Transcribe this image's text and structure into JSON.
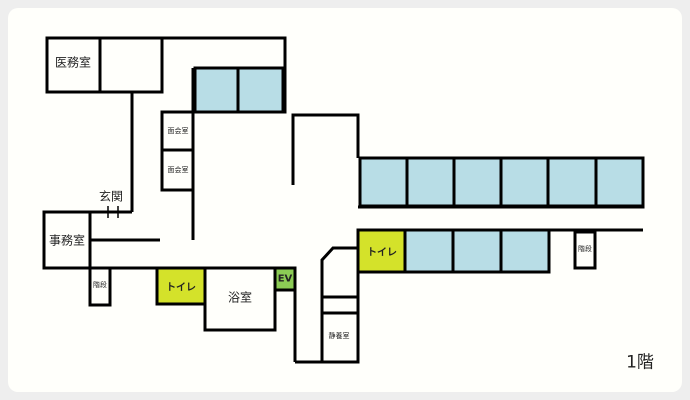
{
  "rooms": {
    "medical": "医務室",
    "visit1": "面会室",
    "visit2": "面会室",
    "entrance": "玄関",
    "office": "事務室",
    "stairs_left": "階段",
    "toilet_left": "トイレ",
    "bath": "浴室",
    "elevator": "EV",
    "toilet_right": "トイレ",
    "stairs_right": "階段",
    "rest_room": "静養室"
  },
  "floor_label": "1階",
  "colors": {
    "room_blue": "#b8dde6",
    "toilet": "#d4e22a",
    "ev": "#8ccc55",
    "wall": "#000000"
  }
}
